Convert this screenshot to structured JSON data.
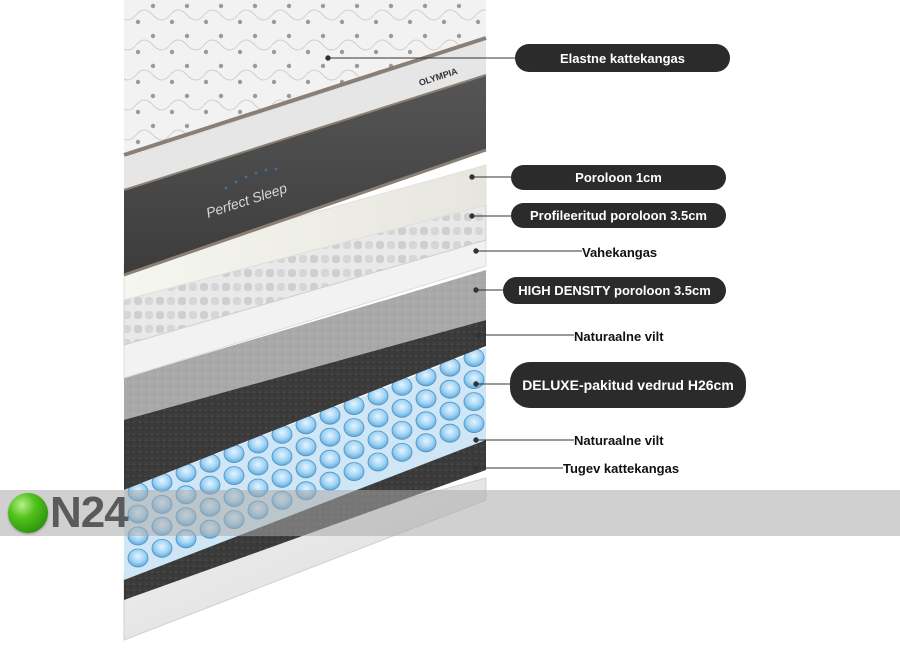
{
  "mattress": {
    "brand": "OLYMPIA",
    "series": "Perfect Sleep"
  },
  "layers": [
    {
      "label": "Elastne kattekangas",
      "style": "pill"
    },
    {
      "label": "Poroloon 1cm",
      "style": "pill"
    },
    {
      "label": "Profileeritud poroloon 3.5cm",
      "style": "pill"
    },
    {
      "label": "Vahekangas",
      "style": "plain"
    },
    {
      "label": "HIGH DENSITY poroloon 3.5cm",
      "style": "pill"
    },
    {
      "label": "Naturaalne vilt",
      "style": "plain"
    },
    {
      "label": "DELUXE-pakitud vedrud H26cm",
      "style": "pill-large"
    },
    {
      "label": "Naturaalne vilt",
      "style": "plain"
    },
    {
      "label": "Tugev kattekangas",
      "style": "plain"
    }
  ],
  "watermark": {
    "text": "N24"
  },
  "colors": {
    "pill_bg": "#2b2b2b",
    "pill_text": "#ffffff",
    "spring_blue": "#8fc8ef",
    "felt_dark": "#3a3a3a"
  }
}
